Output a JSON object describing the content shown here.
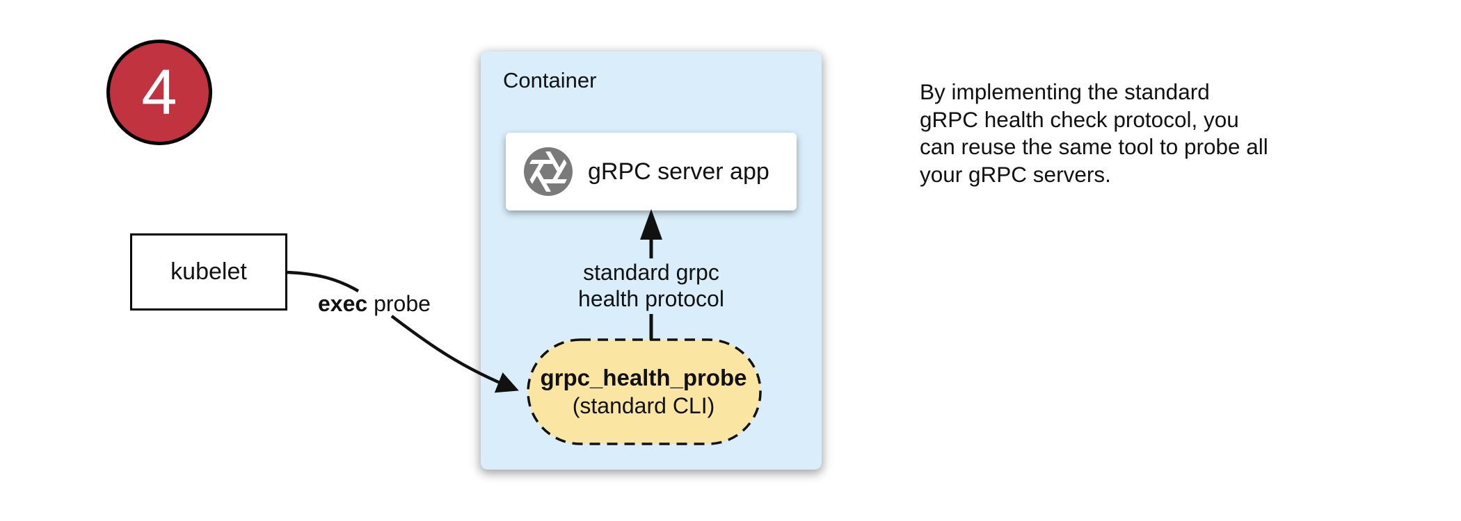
{
  "step_badge": {
    "number": "4"
  },
  "kubelet": {
    "label": "kubelet"
  },
  "exec_probe_label": {
    "bold": "exec",
    "rest": " probe"
  },
  "container": {
    "title": "Container",
    "server_box": {
      "label": "gRPC server app",
      "icon": "grpc-shutter-icon"
    },
    "protocol_label": {
      "line1": "standard grpc",
      "line2": "health protocol"
    },
    "probe_pill": {
      "title": "grpc_health_probe",
      "subtitle": "(standard CLI)"
    }
  },
  "caption": {
    "lines": [
      "By implementing the standard",
      "gRPC health check protocol, you",
      "can reuse the same tool to probe all",
      "your gRPC servers."
    ]
  },
  "colors": {
    "badge_red": "#C23340",
    "container_blue": "#D9EEFA",
    "pill_yellow": "#FAE5A2",
    "icon_gray": "#7A7A7A",
    "line_black": "#111111"
  }
}
